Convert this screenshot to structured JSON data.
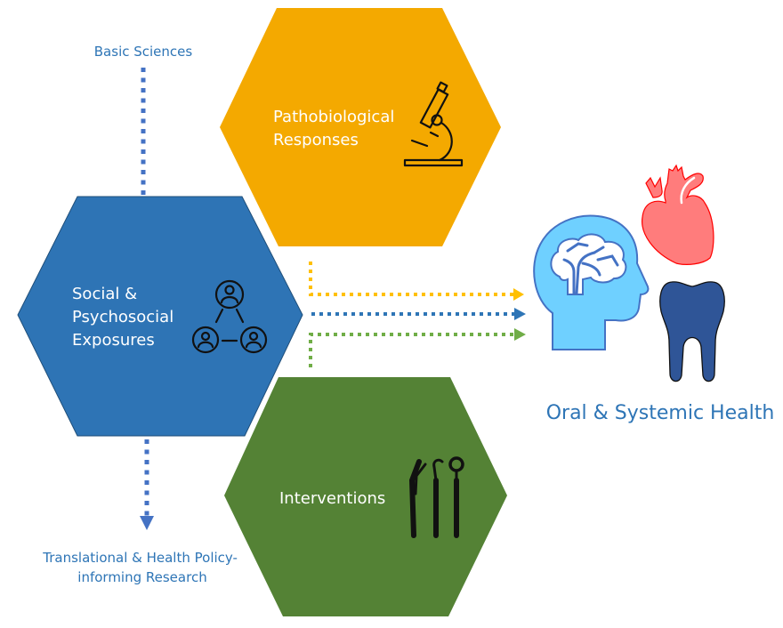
{
  "diagram": {
    "top_label": "Basic Sciences",
    "bottom_label_lines": [
      "Translational & Health Policy-",
      "informing Research"
    ],
    "outcome_label": "Oral & Systemic Health",
    "hexagons": [
      {
        "id": "pathobiological",
        "lines": [
          "Pathobiological",
          "Responses"
        ],
        "color": "#F4A900",
        "icon": "microscope-icon"
      },
      {
        "id": "social",
        "lines": [
          "Social &",
          "Psychosocial",
          "Exposures"
        ],
        "color": "#2E74B5",
        "icon": "people-network-icon"
      },
      {
        "id": "interventions",
        "lines": [
          "Interventions"
        ],
        "color": "#548235",
        "icon": "dental-instruments-icon"
      }
    ],
    "arrows": [
      {
        "from": "pathobiological",
        "to": "outcome",
        "color": "#FFC000"
      },
      {
        "from": "social",
        "to": "outcome",
        "color": "#2E75B6"
      },
      {
        "from": "interventions",
        "to": "outcome",
        "color": "#70AD47"
      }
    ],
    "vertical_arrow_color": "#4472C4",
    "outcome_icons": [
      "brain-head-icon",
      "heart-icon",
      "tooth-icon"
    ],
    "colors": {
      "label_text": "#2E75B6",
      "head_fill": "#6FD0FF",
      "head_stroke": "#4472C4",
      "heart_fill": "#FF7C7C",
      "heart_stroke": "#FF0000",
      "tooth_fill": "#2F5597"
    }
  }
}
